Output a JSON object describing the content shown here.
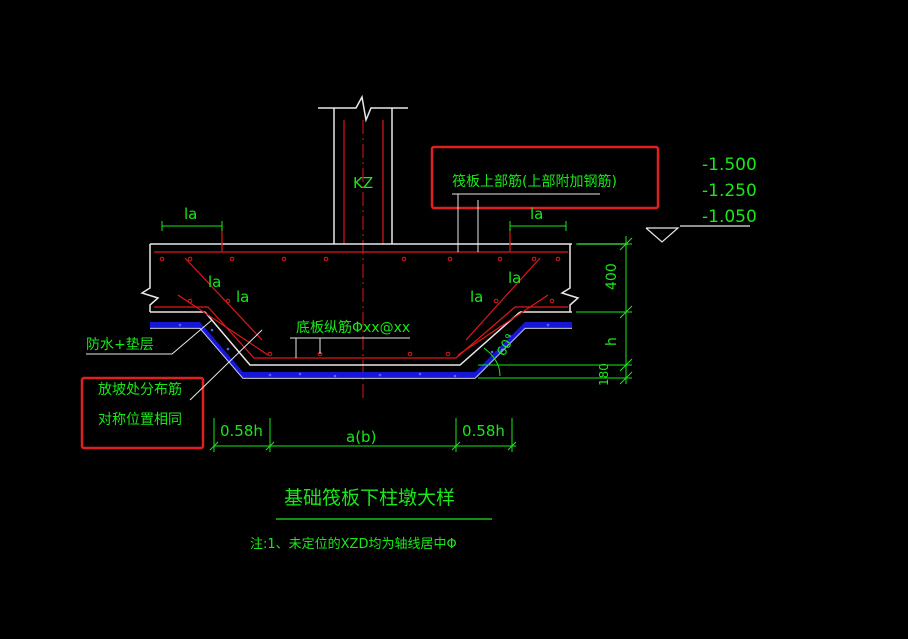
{
  "colors": {
    "background": "#000000",
    "structure": "#e8e8e8",
    "rebar": "#e01818",
    "annotation": "#18e818",
    "fill": "#1a1aff",
    "highlight": "#e02020"
  },
  "labels": {
    "column": "KZ",
    "top_rebar": "筏板上部筋(上部附加钢筋)",
    "elev_1": "-1.500",
    "elev_2": "-1.250",
    "elev_3": "-1.050",
    "la_top_left": "la",
    "la_top_right": "la",
    "la_inner_left_1": "la",
    "la_inner_left_2": "la",
    "la_inner_right_1": "la",
    "la_inner_right_2": "la",
    "dim_400": "400",
    "dim_h": "h",
    "dim_180": "180",
    "bottom_rebar": "底板纵筋Φxx@xx",
    "angle": "60°",
    "waterproof": "防水+垫层",
    "slope_dist_1": "放坡处分布筋",
    "slope_dist_2": "对称位置相同",
    "dim_left": "0.58h",
    "dim_mid": "a(b)",
    "dim_right": "0.58h",
    "title": "基础筏板下柱墩大样",
    "note": "注:1、未定位的XZD均为轴线居中Φ"
  }
}
